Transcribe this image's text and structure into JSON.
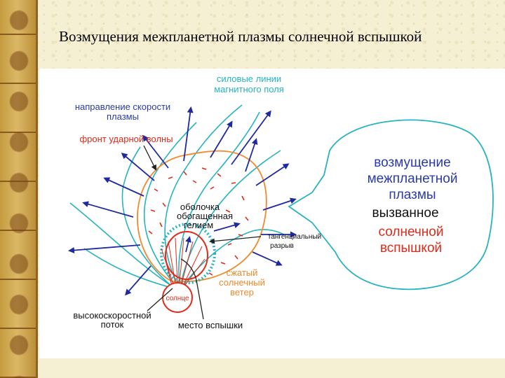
{
  "slide": {
    "title": "Возмущения межпланетной плазмы солнечной вспышкой"
  },
  "labels": {
    "field_lines": [
      "силовые линии",
      "магнитного поля"
    ],
    "velocity_direction": [
      "направление скорости",
      "плазмы"
    ],
    "shock_front": "фронт ударной волны",
    "helium_shell": [
      "оболочка",
      "обогащенная",
      "гелием"
    ],
    "tangential": [
      "тангенциальный",
      "разрыв"
    ],
    "compressed_wind": [
      "сжатый",
      "солнечный",
      "ветер"
    ],
    "sun": "солнце",
    "fast_stream": [
      "высокоскоростной",
      "поток"
    ],
    "flare_site": "место вспышки"
  },
  "bubble": {
    "line1": "возмущение",
    "line2": "межпланетной",
    "line3": "плазмы",
    "line4": "вызванное",
    "line5": "солнечной",
    "line6": "вспышкой"
  },
  "colors": {
    "blue_text": "#2a3aa8",
    "cyan": "#27b3bf",
    "orange": "#f08a2c",
    "red": "#e02a1a",
    "arrow": "#1f2a9e"
  }
}
